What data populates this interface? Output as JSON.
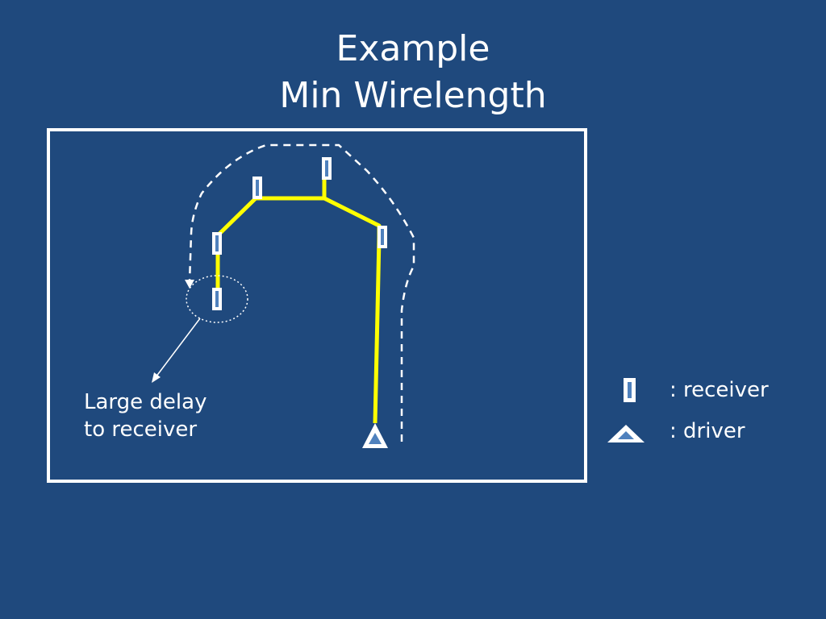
{
  "title": {
    "line1": "Example",
    "line2": "Min Wirelength"
  },
  "annotation": {
    "line1": "Large delay",
    "line2": "to receiver"
  },
  "legend": {
    "receiver": {
      "label": ": receiver",
      "icon": "receiver-icon"
    },
    "driver": {
      "label": ": driver",
      "icon": "driver-triangle-icon"
    }
  },
  "colors": {
    "background": "#1f497d",
    "wire": "#ffff00",
    "outline": "#ffffff",
    "pin_fill": "#4f81bd"
  }
}
